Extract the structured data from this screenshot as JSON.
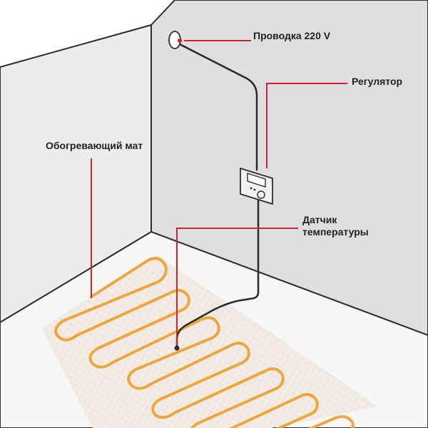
{
  "labels": {
    "wiring": "Проводка 220 V",
    "regulator": "Регулятор",
    "heating_mat": "Обогревающий мат",
    "sensor_line1": "Датчик",
    "sensor_line2": "температуры"
  },
  "colors": {
    "wall_left": "#ececed",
    "wall_back": "#dedfe1",
    "floor": "#f7f7f8",
    "mat": "#f3ece4",
    "mat_grid": "#ddd6cf",
    "heating_cable": "#eda740",
    "cable_dark": "#2a2a2a",
    "leader_line": "#d2232a",
    "outline": "#2d2d2d"
  },
  "icons": {
    "wall_socket": "wall-outlet-icon",
    "thermostat": "thermostat-icon"
  }
}
